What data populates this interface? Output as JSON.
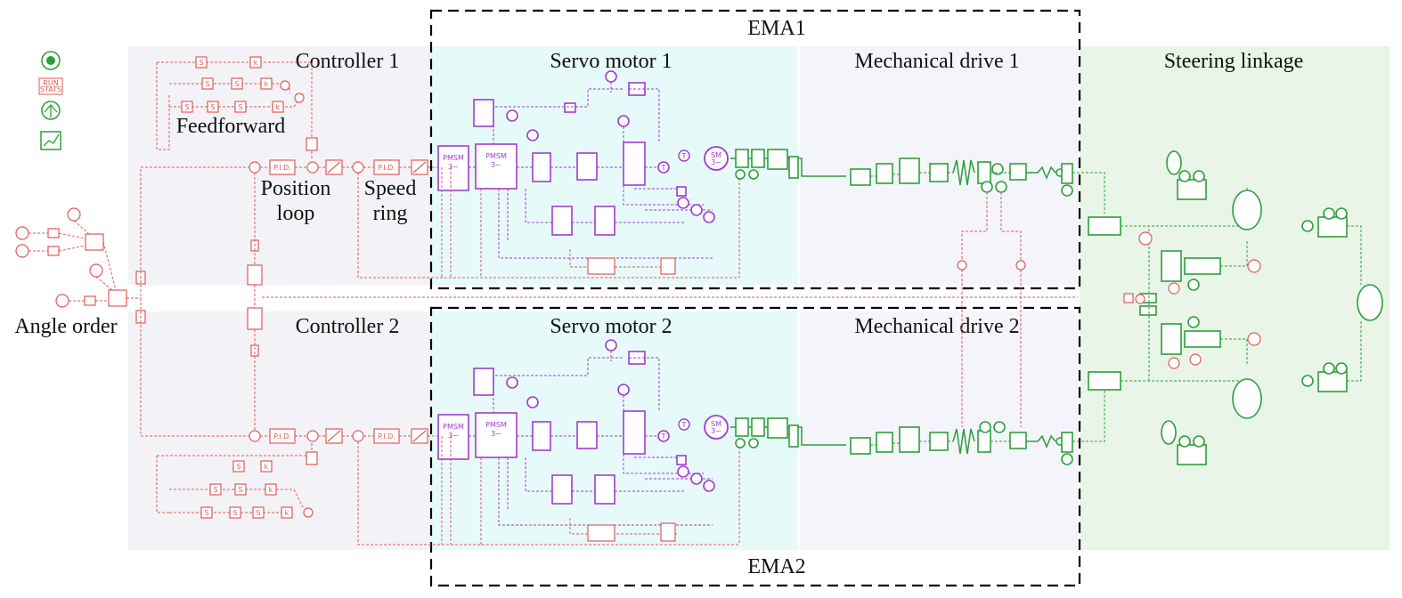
{
  "labels": {
    "ema1": "EMA1",
    "ema2": "EMA2",
    "controller1": "Controller 1",
    "controller2": "Controller 2",
    "servo1": "Servo motor 1",
    "servo2": "Servo motor 2",
    "mech1": "Mechanical drive 1",
    "mech2": "Mechanical drive 2",
    "steering": "Steering linkage",
    "feedforward": "Feedforward",
    "position_loop_1": "Position",
    "position_loop_2": "loop",
    "speed_ring_1": "Speed",
    "speed_ring_2": "ring",
    "angle_order": "Angle order"
  },
  "blocks": {
    "pid": "P.I.D.",
    "pmsm": "PMSM",
    "pmsm_phase": "3~",
    "sm": "SM",
    "run_stats_1": "RUN",
    "run_stats_2": "STATS",
    "s": "S",
    "k": "k",
    "t": "T"
  },
  "colors": {
    "controller_region": "#f3f3f7",
    "servo_region": "#e7fafa",
    "mech_region": "#f4f4fb",
    "steering_region": "#e9f5e7",
    "signal_red": "#e05a5a",
    "electrical_purple": "#a03ccc",
    "mechanical_green": "#2e9e3a",
    "ema_border": "#000000"
  },
  "icons": [
    "simulation-run-icon",
    "run-stats-icon",
    "batch-run-icon",
    "plot-icon"
  ]
}
